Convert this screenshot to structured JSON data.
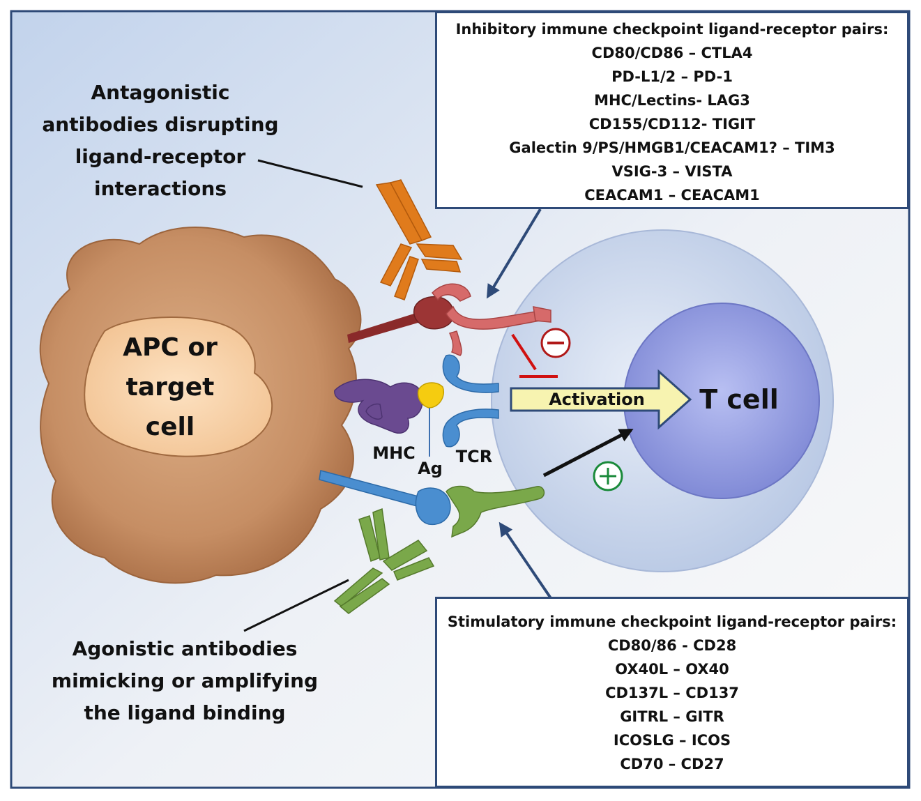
{
  "inhibitory": {
    "title": "Inhibitory immune checkpoint ligand-receptor pairs:",
    "pairs": [
      "CD80/CD86 – CTLA4",
      "PD-L1/2 – PD-1",
      "MHC/Lectins- LAG3",
      "CD155/CD112-  TIGIT",
      "Galectin 9/PS/HMGB1/CEACAM1? – TIM3",
      "VSIG-3 – VISTA",
      "CEACAM1 – CEACAM1"
    ]
  },
  "stimulatory": {
    "title": "Stimulatory immune checkpoint ligand-receptor pairs:",
    "pairs": [
      "CD80/86 - CD28",
      "OX40L – OX40",
      "CD137L – CD137",
      "GITRL – GITR",
      "ICOSLG – ICOS",
      "CD70 – CD27"
    ]
  },
  "antagonistic_label": [
    "Antagonistic",
    "antibodies  disrupting",
    "ligand-receptor",
    "interactions"
  ],
  "agonistic_label": [
    "Agonistic antibodies",
    "mimicking or amplifying",
    "the ligand  binding"
  ],
  "apc_label": [
    "APC or",
    "target",
    "cell"
  ],
  "tcell_label": "T cell",
  "activation_label": "Activation",
  "mhc_label": "MHC",
  "ag_label": "Ag",
  "tcr_label": "TCR",
  "colors": {
    "frame": "#2e4a78",
    "background_start": "#c9d8ee",
    "background_end": "#f7f7f7",
    "apc": "#c8926a",
    "nucleus": "#f6cfa6",
    "tcell_outer": "#d4dff0",
    "tcell_inner": "#8e98e0",
    "inhibitory_receptor": "#d66a6a",
    "inhibitory_ligand": "#8a2a2a",
    "antagonist_antibody": "#e07b1c",
    "agonist_antibody": "#7aa84a",
    "mhc": "#6a4a90",
    "antigen": "#f5cc10",
    "tcr": "#4a8ed0",
    "activation_arrow": "#f7f3b0",
    "inhibit_mark": "#d01010",
    "stimulate_mark": "#1a8a3a"
  }
}
